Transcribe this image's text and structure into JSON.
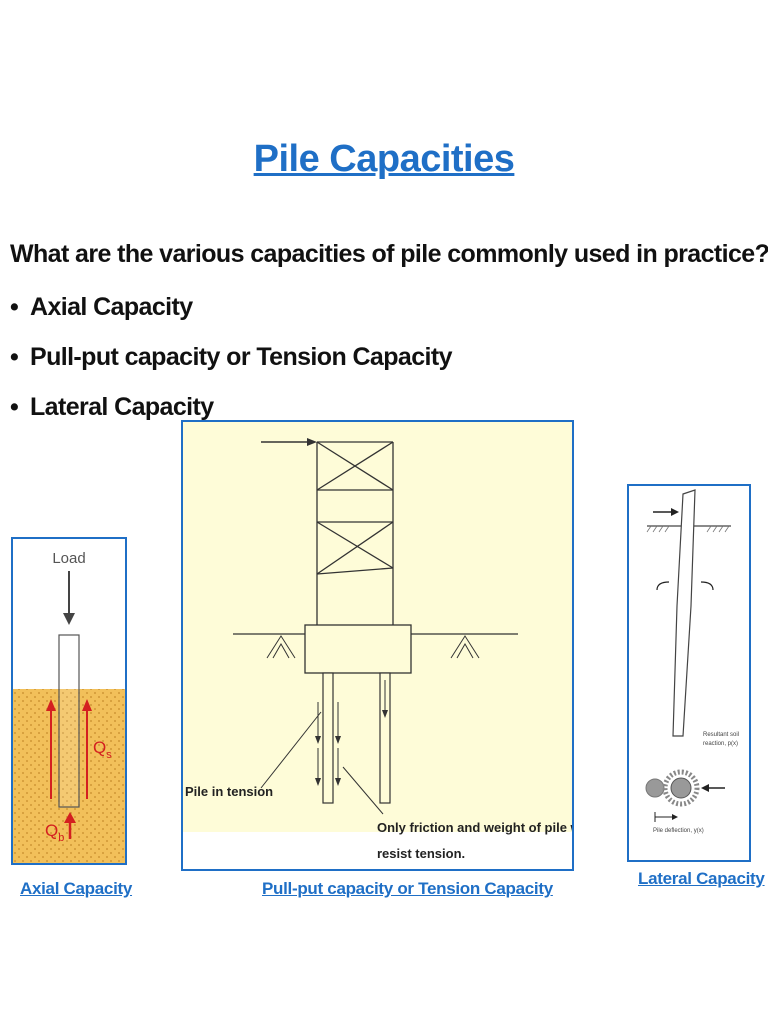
{
  "slide": {
    "title": "Pile Capacities",
    "question": "What are the various capacities of pile commonly used in practice?",
    "bullets": [
      {
        "label": "Axial Capacity"
      },
      {
        "label": "Pull-put capacity or Tension Capacity"
      },
      {
        "label": "Lateral Capacity"
      }
    ]
  },
  "figures": {
    "axial": {
      "load_label": "Load",
      "qs_label": "Q",
      "qs_sub": "s",
      "qb_label": "Q",
      "qb_sub": "b",
      "caption": "Axial Capacity",
      "soil_color": "#f2c05a",
      "arrow_color": "#d42020"
    },
    "tension": {
      "pile_label": "Pile in tension",
      "note_line1": "Only friction and weight of pile  will",
      "note_line2": "resist tension.",
      "caption": "Pull-put capacity or Tension Capacity",
      "background_color": "#fefcd8"
    },
    "lateral": {
      "soil_label_line1": "Resultant soil",
      "soil_label_line2": "reaction, p(x)",
      "deflection_label": "Pile deflection, y(x)",
      "caption": "Lateral Capacity"
    }
  },
  "colors": {
    "accent": "#1f6fc6",
    "text": "#111111"
  }
}
